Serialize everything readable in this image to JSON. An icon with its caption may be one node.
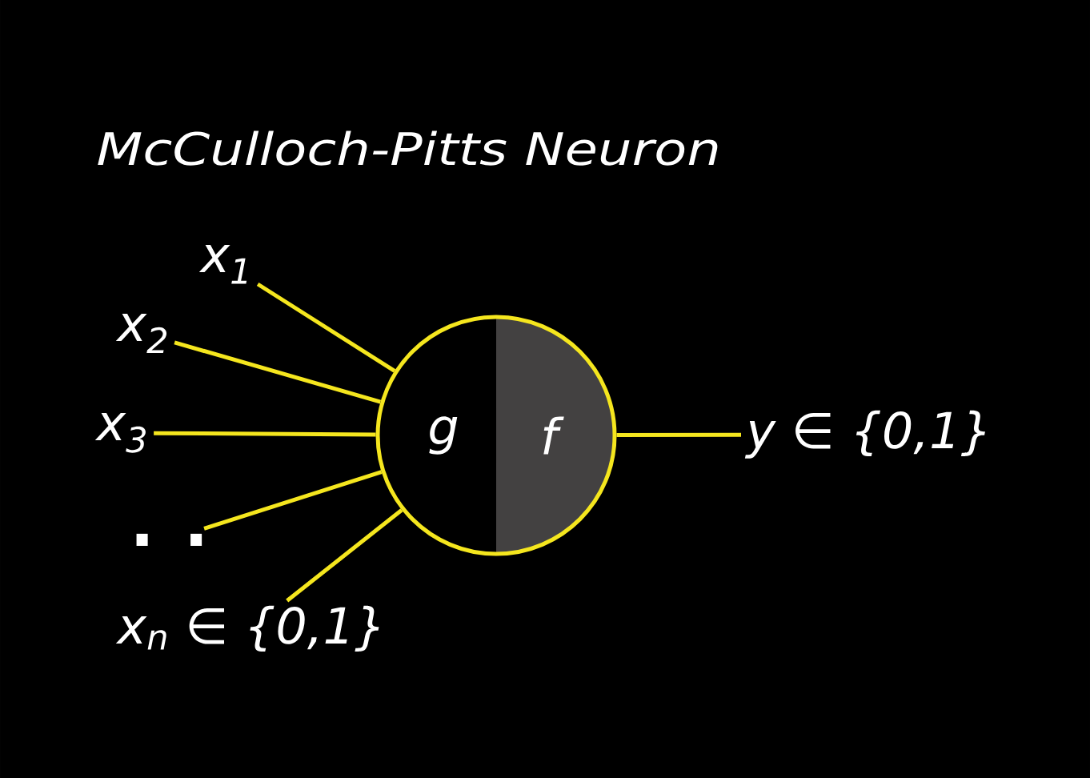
{
  "diagram": {
    "title": "McCulloch-Pitts Neuron",
    "nodes": [
      {
        "text": [
          "x$_{1}$"
        ]
      },
      {
        "text": [
          "x$_{2}$"
        ]
      },
      {
        "text": [
          "x$_{3}$"
        ]
      },
      {
        "text": [
          ". ."
        ]
      },
      {
        "text": [
          "x$_{n}$ ∈ {0,1}"
        ]
      },
      {
        "text": [
          "g",
          "f"
        ]
      },
      {
        "text": [
          "y ∈ {0,1}"
        ]
      }
    ],
    "edges": [
      {
        "from": 0,
        "to": 5,
        "arrow": "none"
      },
      {
        "from": 1,
        "to": 5,
        "arrow": "none"
      },
      {
        "from": 2,
        "to": 5,
        "arrow": "none"
      },
      {
        "from": 3,
        "to": 5,
        "arrow": "none"
      },
      {
        "from": 4,
        "to": 5,
        "arrow": "none"
      },
      {
        "from": 5,
        "to": 6,
        "arrow": "none"
      }
    ]
  }
}
